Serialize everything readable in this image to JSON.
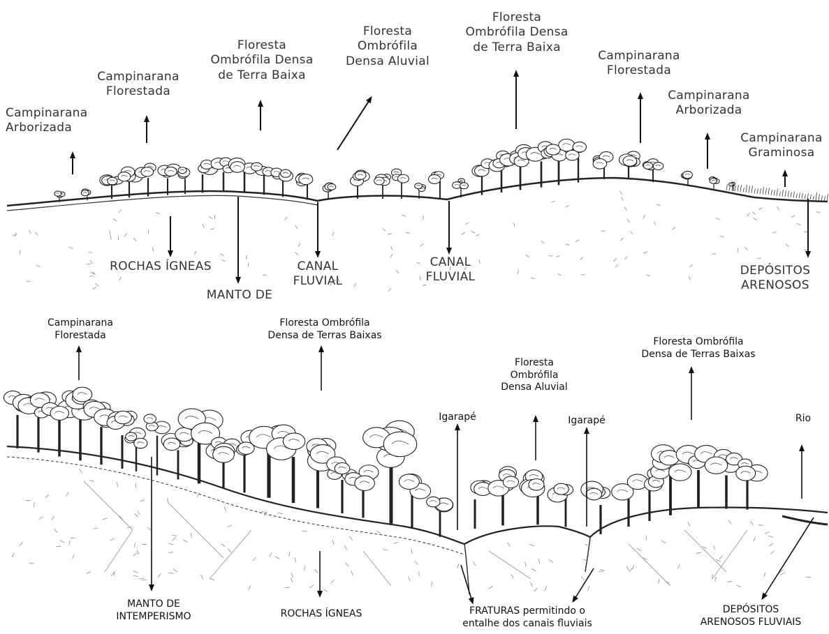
{
  "top_panel": {
    "labels": {
      "campinarana_arborizada_left": "Campinarana\nArborizada",
      "campinarana_florestada": "Campinarana\nFlorestada",
      "floresta_terra_baixa_1": "Floresta\nOmbrófila Densa\nde Terra Baixa",
      "floresta_densa_aluvial": "Floresta\nOmbrófila\nDensa Aluvial",
      "floresta_terra_baixa_2": "Floresta\nOmbrófila Densa\nde Terra Baixa",
      "campinarana_florestada_right": "Campinarana\nFlorestada",
      "campinarana_arborizada_right": "Campinarana\nArborizada",
      "campinarana_graminosa": "Campinarana\nGraminosa",
      "rochas_igneas": "ROCHAS ÍGNEAS",
      "manto_de": "MANTO DE",
      "canal_fluvial_1": "CANAL\nFLUVIAL",
      "canal_fluvial_2": "CANAL\nFLUVIAL",
      "depositos_arenosos": "DEPÓSITOS\nARENOSOS"
    }
  },
  "bottom_panel": {
    "labels": {
      "campinarana_florestada": "Campinarana\nFlorestada",
      "floresta_terras_baixas_1": "Floresta Ombrófila\nDensa  de Terras Baixas",
      "floresta_densa_aluvial": "Floresta\nOmbrófila\nDensa Aluvial",
      "floresta_terras_baixas_2": "Floresta Ombrófila\nDensa  de Terras Baixas",
      "igarape_1": "Igarapé",
      "igarape_2": "Igarapé",
      "rio": "Rio",
      "manto_intemperismo": "MANTO DE\nINTEMPERISMO",
      "rochas_igneas": "ROCHAS ÍGNEAS",
      "fraturas": "FRATURAS permitindo o\nentalhe dos canais  fluviais",
      "depositos_fluviais": "DEPÓSITOS\nARENOSOS FLUVIAIS"
    }
  }
}
